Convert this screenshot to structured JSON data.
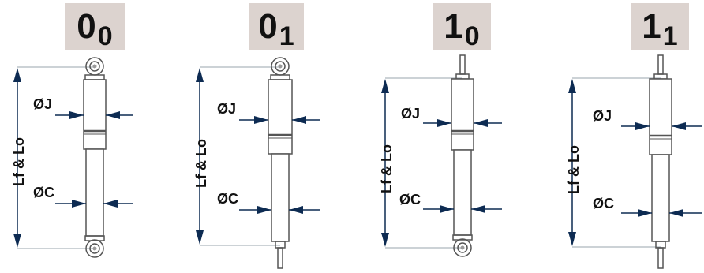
{
  "variants": [
    {
      "main": "0",
      "sub": "0",
      "top_mount": "eye",
      "bottom_mount": "eye"
    },
    {
      "main": "0",
      "sub": "1",
      "top_mount": "eye",
      "bottom_mount": "stud"
    },
    {
      "main": "1",
      "sub": "0",
      "top_mount": "stud",
      "bottom_mount": "eye"
    },
    {
      "main": "1",
      "sub": "1",
      "top_mount": "stud",
      "bottom_mount": "stud"
    }
  ],
  "labels": {
    "length": "Lf & Lo",
    "inner_diameter": "ØJ",
    "outer_diameter": "ØC"
  },
  "colors": {
    "badge_bg": "#dcd3cf",
    "arrow": "#0d2b52",
    "outline": "#555555",
    "leader": "#9aa4ad"
  }
}
